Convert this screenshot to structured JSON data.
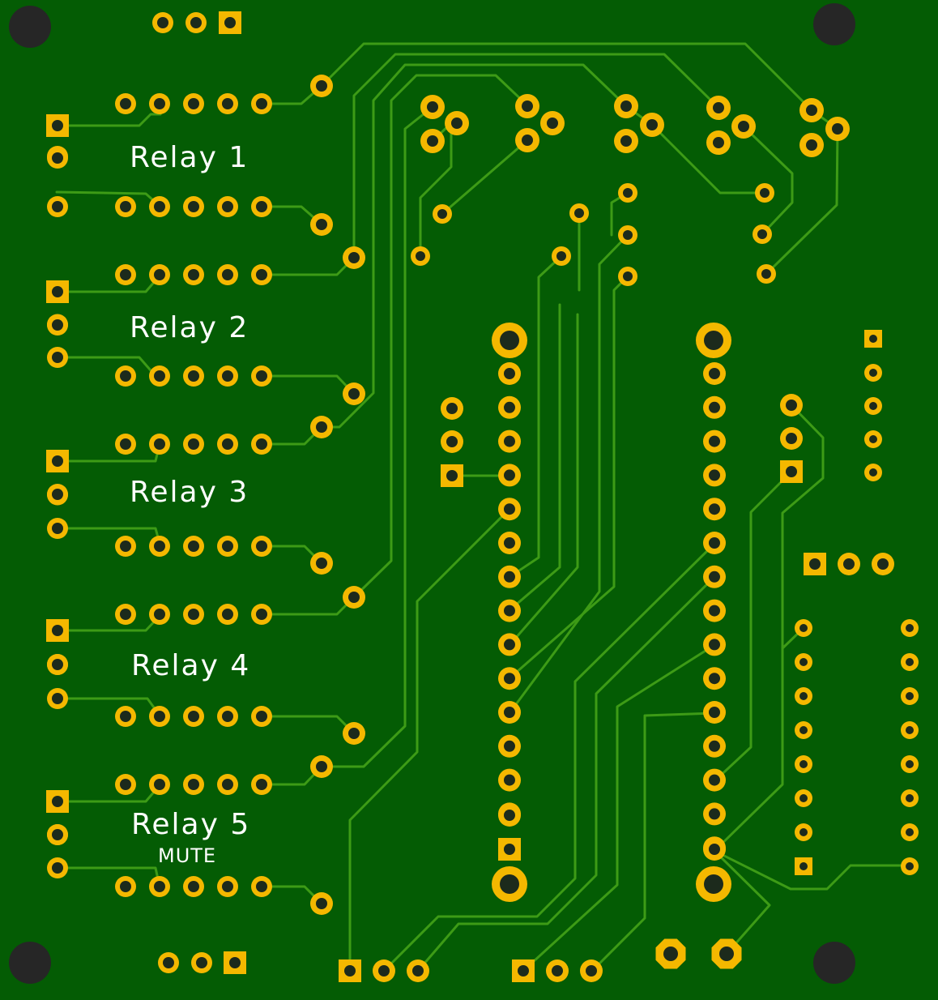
{
  "board": {
    "colors": {
      "substrate": "#045c04",
      "trace": "#3d9b16",
      "pad": "#f4b800",
      "hole": "#1c2a1c",
      "mounting_hole": "#262626",
      "silkscreen": "#ffffff"
    },
    "relay_labels": [
      "Relay 1",
      "Relay 2",
      "Relay 3",
      "Relay 4",
      "Relay 5"
    ],
    "sub_label": "MUTE"
  }
}
